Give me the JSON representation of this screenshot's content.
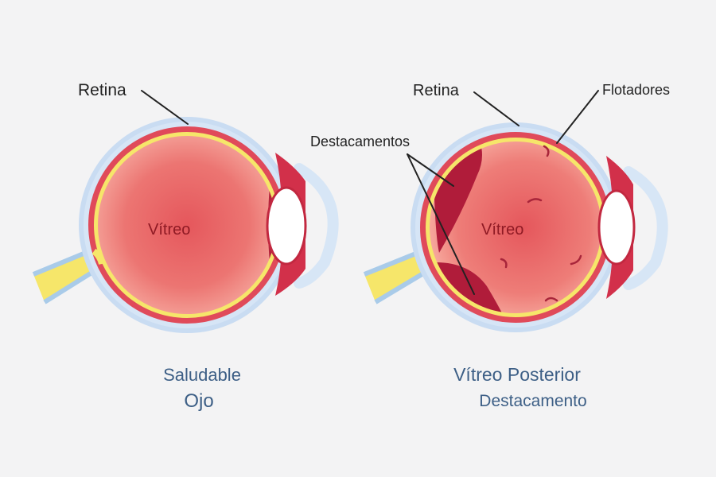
{
  "labels": {
    "healthy_retina": "Retina",
    "healthy_vitreous": "Vítreo",
    "healthy_caption_line1": "Saludable",
    "healthy_caption_line2": "Ojo",
    "pvd_retina": "Retina",
    "pvd_floaters": "Flotadores",
    "pvd_detachments": "Destacamentos",
    "pvd_vitreous": "Vítreo",
    "pvd_caption_line1": "Vítreo Posterior",
    "pvd_caption_line2": "Destacamento"
  },
  "colors": {
    "background": "#f3f3f4",
    "sclera": "#c9dcf2",
    "sclera_light": "#e3eefa",
    "choroid": "#e04a5a",
    "retina": "#f6e66a",
    "vitreous_center": "#e65a5f",
    "vitreous_edge": "#f2908a",
    "detached_gel": "#b01c3a",
    "lens": "#ffffff",
    "optic_nerve": "#f6e66a",
    "caption": "#3d5f86"
  }
}
